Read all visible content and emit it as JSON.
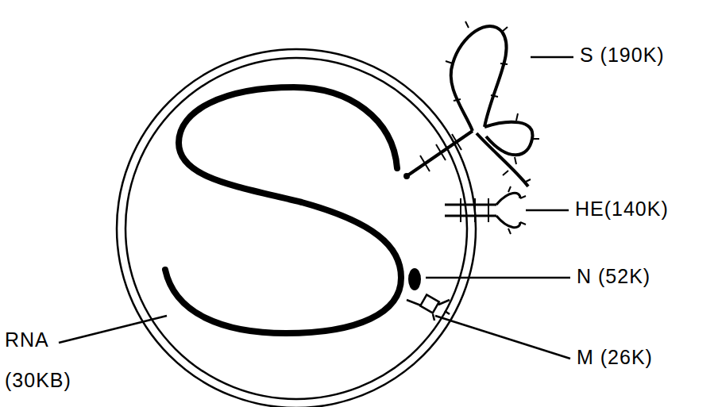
{
  "diagram": {
    "labels": [
      "S (190K)",
      "HE(140K)",
      "N (52K)",
      "M (26K)",
      "RNA",
      "(30KB)"
    ]
  }
}
